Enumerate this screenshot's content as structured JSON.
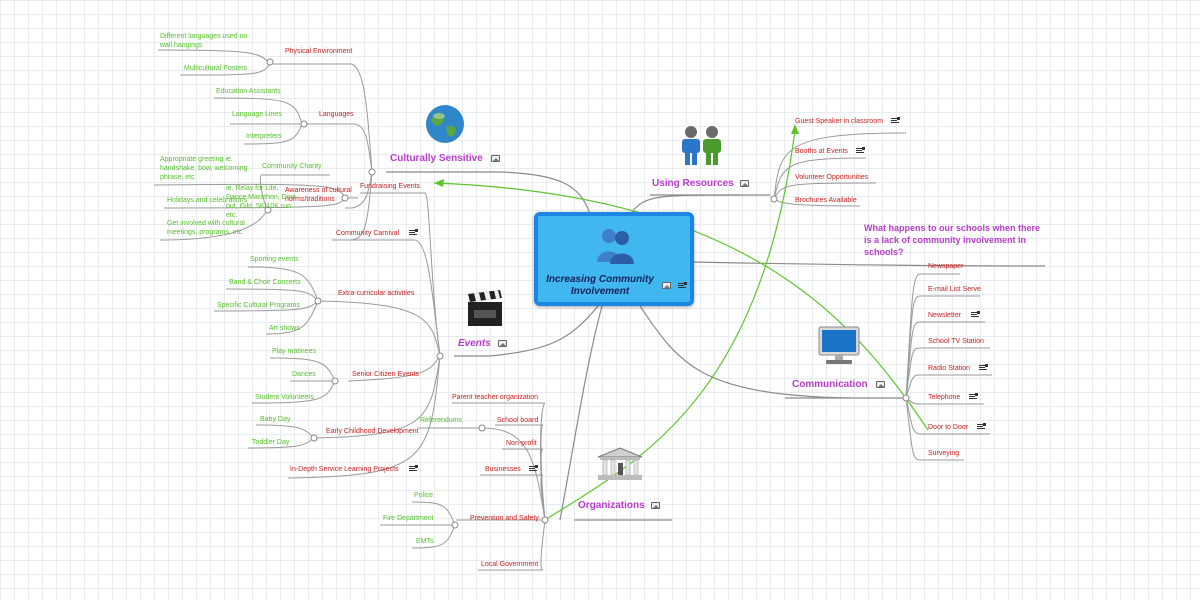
{
  "central": {
    "title": "Increasing Community Involvement"
  },
  "question": "What happens to our schools when there is a lack of community involvement in schools?",
  "colors": {
    "topic": "#b93bcd",
    "subtopic": "#c9211e",
    "leaf": "#56c02a",
    "central_fill": "#41b7ef",
    "central_border": "#1b86e4",
    "relation": "#5fc52c"
  },
  "branches": {
    "culturally_sensitive": {
      "label": "Culturally Sensitive",
      "physical_environment": {
        "label": "Physical Environment",
        "items": [
          "Different languages used on wall hangings",
          "Multicultural Posters"
        ]
      },
      "languages": {
        "label": "Languages",
        "items": [
          "Education Assistants",
          "Language Lines",
          "Interpreters"
        ]
      },
      "awareness": {
        "label": "Awareness of cultural norms/traditions",
        "items": [
          "Appropriate greeting ie. handshake, bow, welcoming phrase, etc",
          "Holidays and celebrations",
          "Get involved with cultural meetings, programs, etc"
        ]
      }
    },
    "events": {
      "label": "Events",
      "fundraising": {
        "label": "Fundraising Events",
        "items": [
          "Community Charity",
          "ie. Relay for Life, Dance Marathon, Dine out, Gild, 5K/10K run etc."
        ]
      },
      "community_carnival": "Community Carnival",
      "extra_curricular": {
        "label": "Extra-curricular activities",
        "items": [
          "Sporting events",
          "Band & Choir Concerts",
          "Specific Cultural Programs",
          "Art shows"
        ]
      },
      "senior_citizen": {
        "label": "Senior Citizen Events",
        "items": [
          "Play matinees",
          "Dances",
          "Student Volunteers"
        ]
      },
      "early_childhood": {
        "label": "Early Childhood Development",
        "items": [
          "Baby Day",
          "Toddler Day"
        ]
      },
      "service_learning": "In-Depth Service Learning Projects"
    },
    "organizations": {
      "label": "Organizations",
      "items": [
        "Parent teacher organization",
        "School board",
        "Non-profit",
        "Businesses"
      ],
      "referendums": "Referendums",
      "prevention": {
        "label": "Prevention and Safety",
        "items": [
          "Police",
          "Fire Department",
          "EMTs"
        ]
      },
      "local_government": "Local Government"
    },
    "using_resources": {
      "label": "Using Resources",
      "items": [
        "Guest Speaker in classroom",
        "Booths at Events",
        "Volunteer Opportunities",
        "Brochures Available"
      ]
    },
    "communication": {
      "label": "Communication",
      "items": [
        "Newspaper",
        "E-mail List Serve",
        "Newsletter",
        "School TV Station",
        "Radio Station",
        "Telephone",
        "Door to Door",
        "Surveying"
      ]
    }
  }
}
